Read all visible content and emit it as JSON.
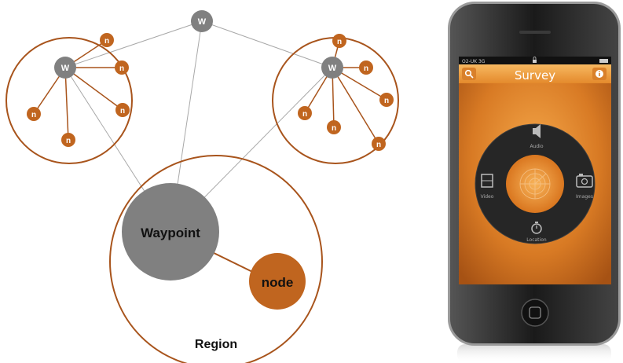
{
  "diagram": {
    "top_waypoint_label": "W",
    "left_waypoint_label": "W",
    "right_waypoint_label": "W",
    "node_label": "n",
    "waypoint_label": "Waypoint",
    "big_node_label": "node",
    "region_label": "Region",
    "colors": {
      "waypoint": "#808080",
      "node": "#c0651f",
      "region_stroke": "#a8541c",
      "link": "#a8a8a8"
    }
  },
  "phone": {
    "status_bar": {
      "carrier": "O2-UK 3G",
      "lock_icon": "lock-icon",
      "battery_icon": "battery-icon"
    },
    "app": {
      "title": "Survey",
      "search_icon": "search-icon",
      "info_icon": "info-icon",
      "menu": {
        "audio_label": "Audio",
        "video_label": "Video",
        "images_label": "Images",
        "location_label": "Location",
        "center_icon": "radar-icon"
      }
    },
    "colors": {
      "accent": "#e8892a",
      "header": "#f0a040",
      "dark_ring": "#2a2a2a"
    }
  }
}
